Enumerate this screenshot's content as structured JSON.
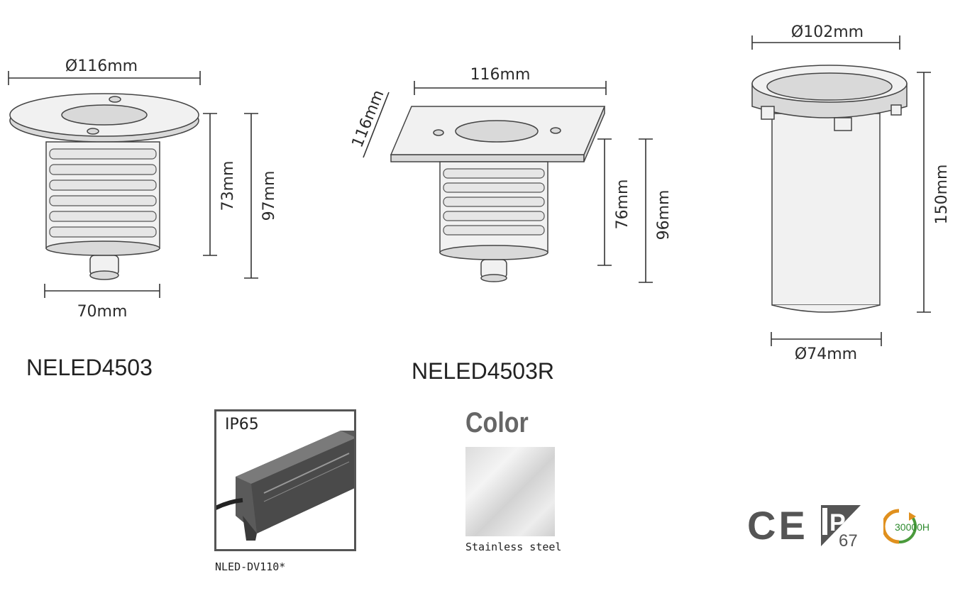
{
  "dimensions": {
    "d_top_left": "Ø116mm",
    "h_73": "73mm",
    "h_97": "97mm",
    "w_70": "70mm",
    "w_116": "116mm",
    "side_116": "116mm",
    "h_76": "76mm",
    "h_96": "96mm",
    "d_102": "Ø102mm",
    "h_150": "150mm",
    "d_74": "Ø74mm"
  },
  "models": {
    "round": "NELED4503",
    "square": "NELED4503R"
  },
  "driver": {
    "ip_rating": "IP65",
    "model": "NLED-DV110*"
  },
  "color": {
    "title": "Color",
    "finish": "Stainless steel"
  },
  "certifications": {
    "ce": "CE",
    "ip_top": "P",
    "ip_bottom": "67",
    "lifetime": "30000H"
  }
}
